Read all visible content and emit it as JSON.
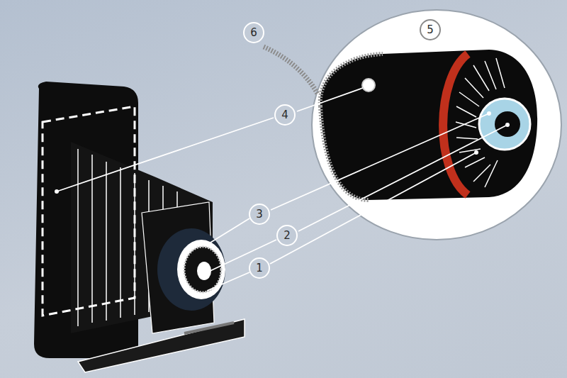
{
  "diagram": {
    "nodes": [
      {
        "text": [
          "6"
        ]
      },
      {
        "text": [
          "5"
        ]
      },
      {
        "text": [
          "4"
        ]
      },
      {
        "text": [
          "3"
        ]
      },
      {
        "text": [
          "2"
        ]
      },
      {
        "text": [
          "1"
        ]
      }
    ]
  }
}
